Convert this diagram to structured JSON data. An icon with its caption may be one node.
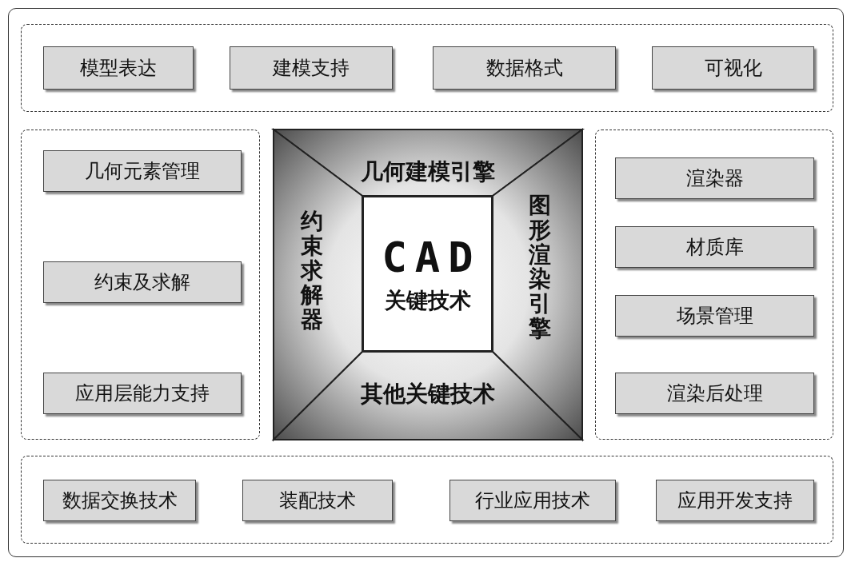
{
  "diagram": {
    "nodes": [
      {
        "text": [
          "模型表达"
        ]
      },
      {
        "text": [
          "建模支持"
        ]
      },
      {
        "text": [
          "数据格式"
        ]
      },
      {
        "text": [
          "可视化"
        ]
      },
      {
        "text": [
          "几何元素管理"
        ]
      },
      {
        "text": [
          "约束及求解"
        ]
      },
      {
        "text": [
          "应用层能力支持"
        ]
      },
      {
        "text": [
          "几何建模引擎"
        ]
      },
      {
        "text": [
          "约束求解器"
        ]
      },
      {
        "text": [
          "CAD",
          "关键技术"
        ]
      },
      {
        "text": [
          "图形渲染引擎"
        ]
      },
      {
        "text": [
          "其他关键技术"
        ]
      },
      {
        "text": [
          "渲染器"
        ]
      },
      {
        "text": [
          "材质库"
        ]
      },
      {
        "text": [
          "场景管理"
        ]
      },
      {
        "text": [
          "渲染后处理"
        ]
      },
      {
        "text": [
          "数据交换技术"
        ]
      },
      {
        "text": [
          "装配技术"
        ]
      },
      {
        "text": [
          "行业应用技术"
        ]
      },
      {
        "text": [
          "应用开发支持"
        ]
      }
    ]
  }
}
